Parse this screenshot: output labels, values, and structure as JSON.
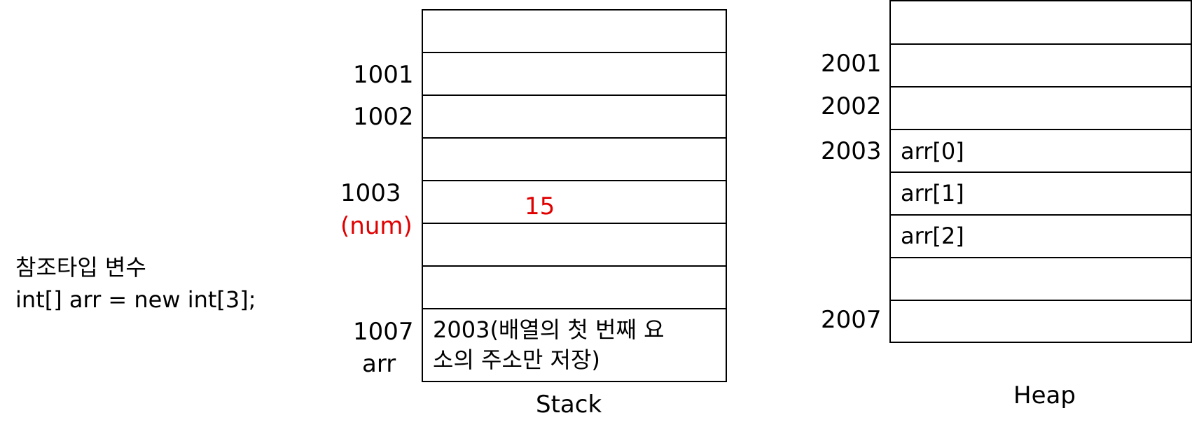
{
  "left": {
    "title": "참조타입 변수",
    "code": "int[] arr = new int[3];"
  },
  "stack": {
    "label": "Stack",
    "addresses": {
      "a1001": "1001",
      "a1002": "1002",
      "a1003": "1003",
      "a1003_name": "(num)",
      "a1007": "1007",
      "a1007_name": "arr"
    },
    "values": {
      "num_value": "15",
      "arr_value_line1": "2003(배열의 첫 번째 요",
      "arr_value_line2": "소의 주소만 저장)"
    }
  },
  "heap": {
    "label": "Heap",
    "addresses": {
      "a2001": "2001",
      "a2002": "2002",
      "a2003": "2003",
      "a2007": "2007"
    },
    "cells": [
      "arr[0]",
      "arr[1]",
      "arr[2]"
    ]
  },
  "colors": {
    "highlight": "#e00000",
    "line": "#000000"
  }
}
